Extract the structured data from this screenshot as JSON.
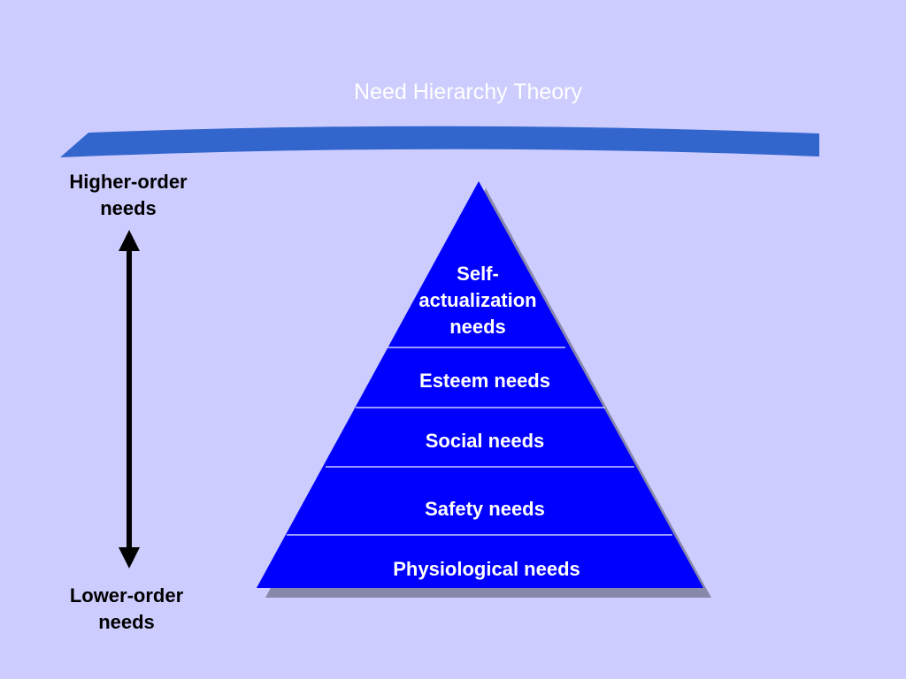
{
  "slide": {
    "title": "Need Hierarchy Theory"
  },
  "scale": {
    "higher": {
      "line1": "Higher-order",
      "line2": "needs"
    },
    "lower": {
      "line1": "Lower-order",
      "line2": "needs"
    }
  },
  "pyramid": {
    "tiers": [
      {
        "line1": "Self-",
        "line2": "actualization",
        "line3": "needs"
      },
      {
        "label": "Esteem needs"
      },
      {
        "label": "Social needs"
      },
      {
        "label": "Safety needs"
      },
      {
        "label": "Physiological needs"
      }
    ]
  },
  "colors": {
    "background": "#ccccff",
    "pyramid_fill": "#0000ff",
    "swoosh": "#3366cc",
    "shadow": "#8888aa"
  }
}
